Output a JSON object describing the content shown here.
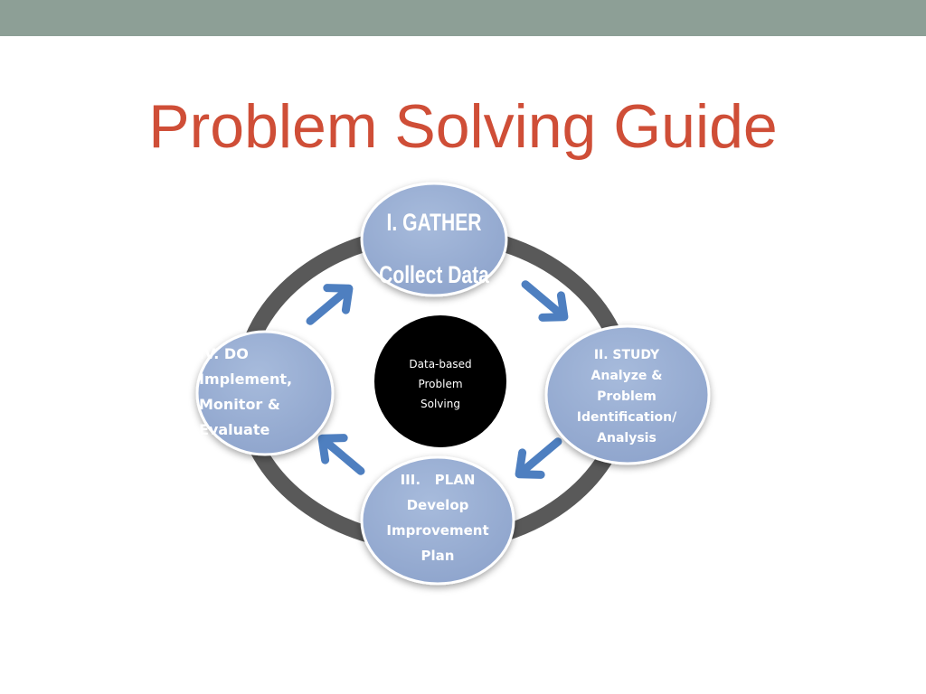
{
  "slide": {
    "title": "Problem Solving Guide"
  },
  "diagram": {
    "center_label": [
      "Data-based",
      "Problem",
      "Solving"
    ],
    "nodes": {
      "gather": [
        "I.  GATHER",
        "Collect Data"
      ],
      "study": [
        "II. STUDY",
        "Analyze &",
        "Problem",
        "Identification/",
        "Analysis"
      ],
      "plan": [
        "III.   PLAN",
        "Develop",
        "Improvement",
        "Plan"
      ],
      "do": [
        "IV. DO",
        "Implement,",
        "Monitor &",
        "Evaluate"
      ]
    },
    "colors": {
      "header_bar": "#8d9f96",
      "title": "#cf4e37",
      "ring": "#595959",
      "node_fill": "#97add3",
      "arrow": "#4e7fc0",
      "center_fill": "#000000"
    }
  }
}
